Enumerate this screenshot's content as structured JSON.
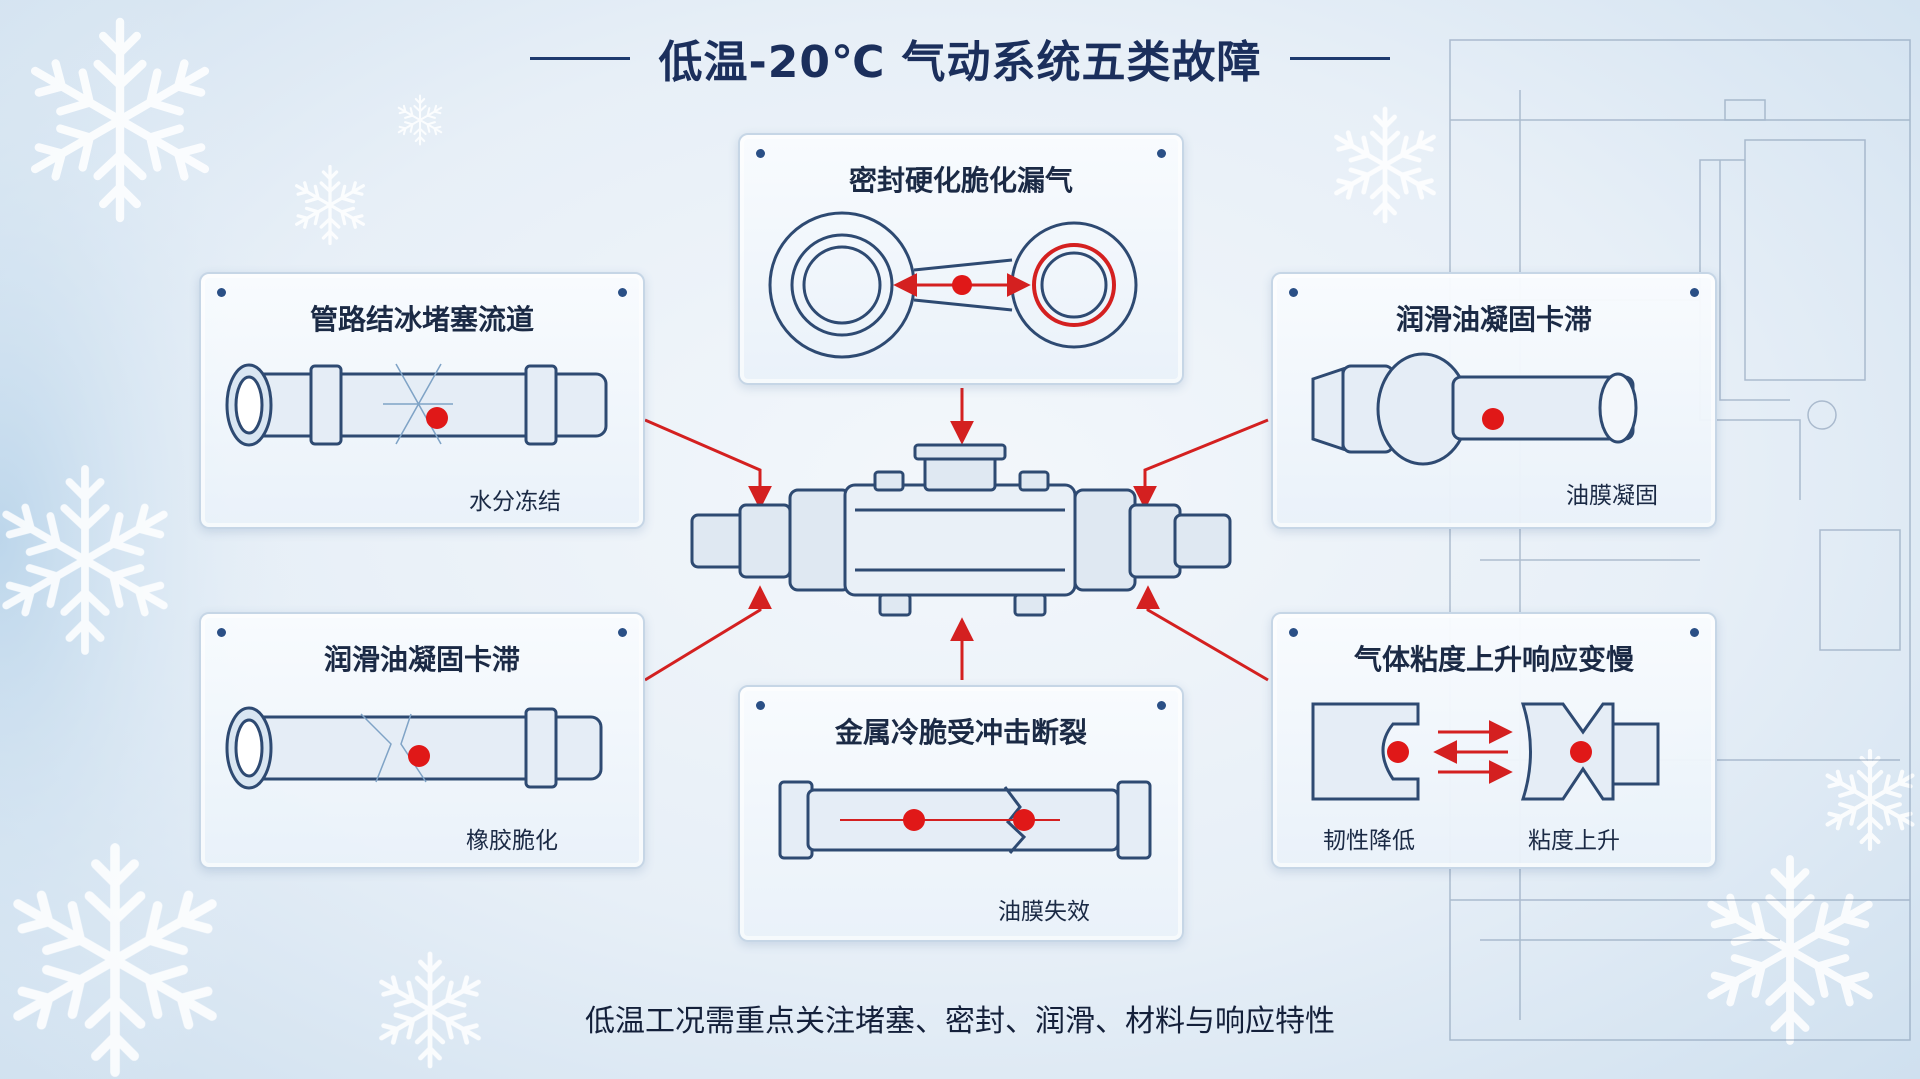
{
  "title": "低温-20℃ 气动系统五类故障",
  "cards": {
    "top": {
      "title": "密封硬化脆化漏气"
    },
    "left_top": {
      "title": "管路结冰堵塞流道",
      "caption": "水分冻结"
    },
    "right_top": {
      "title": "润滑油凝固卡滞",
      "caption": "油膜凝固"
    },
    "left_bottom": {
      "title": "润滑油凝固卡滞",
      "caption": "橡胶脆化"
    },
    "bottom": {
      "title": "金属冷脆受冲击断裂",
      "caption": "油膜失效"
    },
    "right_bottom": {
      "title": "气体粘度上升响应变慢",
      "caption_left": "韧性降低",
      "caption_right": "粘度上升"
    }
  },
  "footer": "低温工况需重点关注堵塞、密封、润滑、材料与响应特性",
  "colors": {
    "accent_red": "#d42020",
    "navy": "#1e3a6e",
    "line": "#3b5b86"
  }
}
